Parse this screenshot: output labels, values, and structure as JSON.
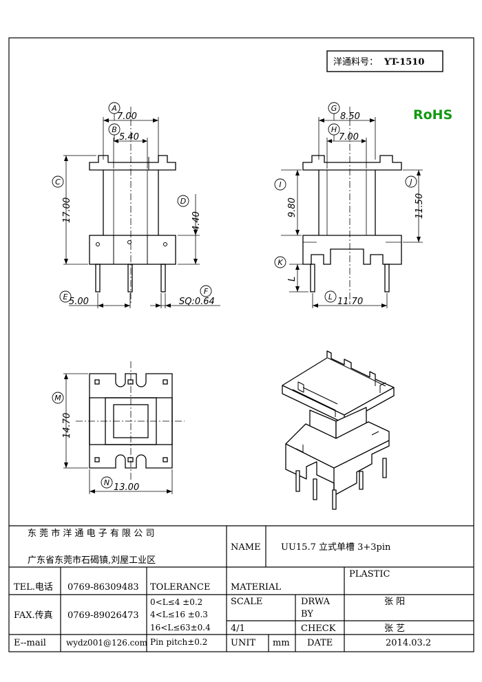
{
  "part_box": {
    "label": "洋通料号：",
    "code": "YT-1510"
  },
  "rohs": {
    "text": "RoHS",
    "color": "#119911"
  },
  "front_view": {
    "A": "A",
    "B": "B",
    "C": "C",
    "D": "D",
    "E": "E",
    "F": "F",
    "dim_A": "7.00",
    "dim_B": "5.40",
    "dim_C": "17.00",
    "dim_D": "4.40",
    "dim_E": "5.00",
    "dim_F": "SQ:0.64"
  },
  "side_view": {
    "G": "G",
    "H": "H",
    "I": "I",
    "J": "J",
    "K": "K",
    "L": "L",
    "dim_G": "8.50",
    "dim_H": "7.00",
    "dim_I": "9.80",
    "dim_J": "11.50",
    "dim_K": "L",
    "dim_L": "11.70"
  },
  "bottom_view": {
    "M": "M",
    "N": "N",
    "dim_M": "14.70",
    "dim_N": "13.00"
  },
  "title_block": {
    "company": "东 莞 市 洋 通 电 子 有 限 公 司",
    "address": "广东省东莞市石碣镇,刘屋工业区",
    "name_label": "NAME",
    "name_value": "UU15.7 立式单槽 3+3pin",
    "tel_label": "TEL.电话",
    "tel_value": "0769-86309483",
    "fax_label": "FAX.传真",
    "fax_value": "0769-89026473",
    "email_label": "E--mail",
    "email_value": "wydz001@126.com",
    "tolerance_label": "TOLERANCE",
    "tol_1": "0<L≤4   ±0.2",
    "tol_2": "4<L≤16  ±0.3",
    "tol_3": "16<L≤63±0.4",
    "tol_4": "Pin pitch±0.2",
    "material_label": "MATERIAL",
    "material_value": "PLASTIC",
    "scale_label": "SCALE",
    "scale_value": "4/1",
    "drawn_label_1": "DRWA",
    "drawn_label_2": "BY",
    "drawn_value": "张 阳",
    "check_label": "CHECK",
    "check_value": "张 艺",
    "unit_label": "UNIT",
    "unit_value": "mm",
    "date_label": "DATE",
    "date_value": "2014.03.2"
  }
}
